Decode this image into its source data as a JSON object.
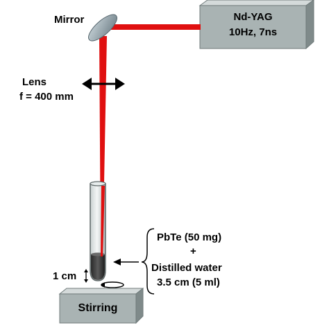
{
  "laser": {
    "name": "Nd-YAG",
    "specs": "10Hz, 7ns"
  },
  "mirror": {
    "label": "Mirror"
  },
  "lens": {
    "label": "Lens",
    "focal_length": "f = 400 mm"
  },
  "sample": {
    "material": "PbTe (50 mg)",
    "plus": "+",
    "liquid": "Distilled water",
    "volume": "3.5 cm (5 ml)",
    "depth": "1 cm"
  },
  "stirring": {
    "label": "Stirring"
  },
  "colors": {
    "beam": "#e01010",
    "box_face": "#a9b3b3",
    "box_top": "#d4dada",
    "box_side": "#7f8a8a"
  }
}
